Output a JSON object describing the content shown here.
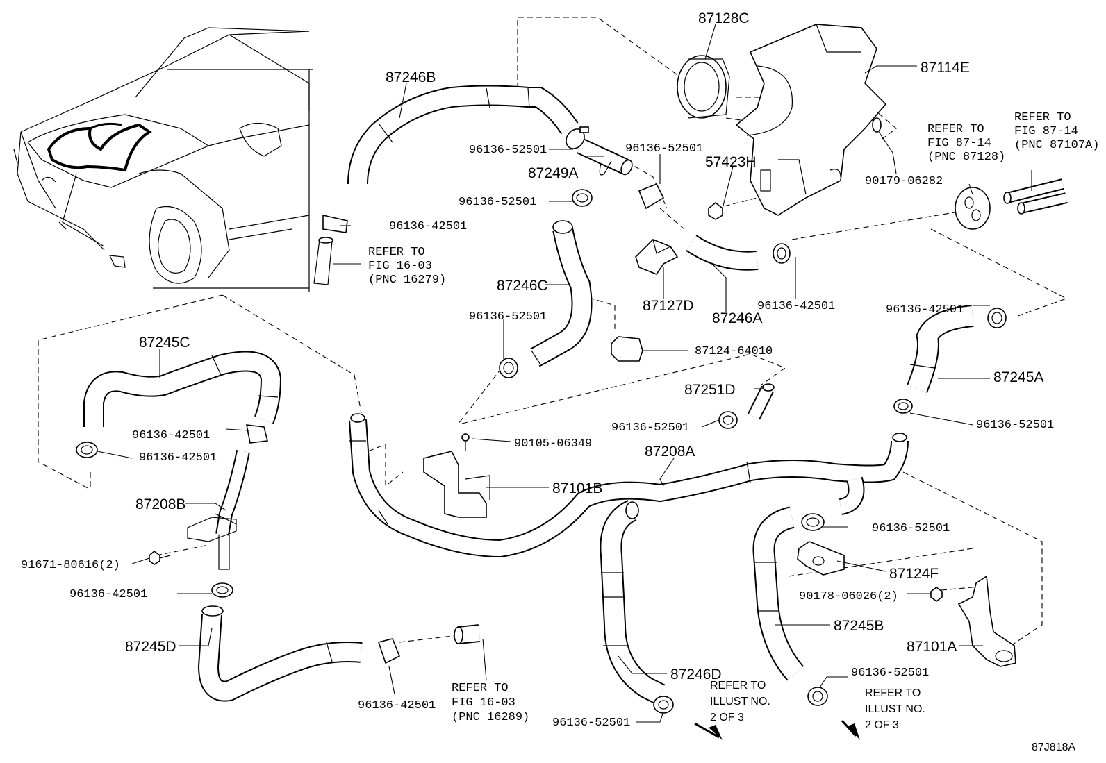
{
  "diagram_id": "87J818A",
  "labels": {
    "p87246B": "87246B",
    "p87128C": "87128C",
    "p87114E": "87114E",
    "c96136_52501_a": "96136-52501",
    "c96136_52501_b": "96136-52501",
    "p87249A": "87249A",
    "c96136_52501_c": "96136-52501",
    "p57423H": "57423H",
    "c96136_42501_a": "96136-42501",
    "p90179_06282": "90179-06282",
    "p87246C": "87246C",
    "p87127D": "87127D",
    "p87246A": "87246A",
    "c96136_42501_b": "96136-42501",
    "c96136_52501_d": "96136-52501",
    "p87124_64010": "87124-64010",
    "c96136_42501_c": "96136-42501",
    "p87245C": "87245C",
    "p87245A": "87245A",
    "p87251D": "87251D",
    "c96136_52501_e": "96136-52501",
    "c96136_52501_f": "96136-52501",
    "c96136_42501_d": "96136-42501",
    "c96136_42501_e": "96136-42501",
    "p90105_06349": "90105-06349",
    "p87208A": "87208A",
    "p87101B": "87101B",
    "p87208B": "87208B",
    "c96136_52501_g": "96136-52501",
    "p91671_80616": "91671-80616(2)",
    "p87124F": "87124F",
    "c96136_42501_f": "96136-42501",
    "p90178_06026": "90178-06026(2)",
    "p87245B": "87245B",
    "p87245D": "87245D",
    "p87101A": "87101A",
    "p87246D": "87246D",
    "c96136_52501_h": "96136-52501",
    "c96136_42501_g": "96136-42501",
    "c96136_52501_i": "96136-52501"
  },
  "refs": {
    "ref_16279": [
      "REFER TO",
      "FIG 16-03",
      "(PNC 16279)"
    ],
    "ref_87128": [
      "REFER TO",
      "FIG 87-14",
      "(PNC 87128)"
    ],
    "ref_87107A": [
      "REFER TO",
      "FIG 87-14",
      "(PNC 87107A)"
    ],
    "ref_16289": [
      "REFER TO",
      "FIG 16-03",
      "(PNC 16289)"
    ],
    "ref_illust_1": [
      "REFER TO",
      "ILLUST NO.",
      "2 OF 3"
    ],
    "ref_illust_2": [
      "REFER TO",
      "ILLUST NO.",
      "2 OF 3"
    ]
  }
}
